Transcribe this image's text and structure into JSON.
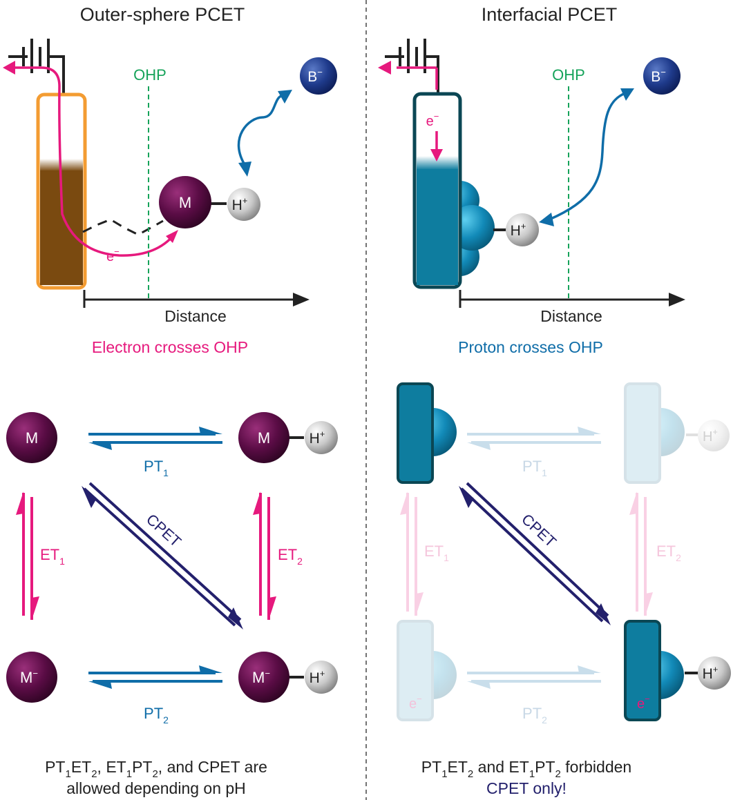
{
  "left_panel": {
    "title": "Outer-sphere PCET",
    "ohp": "OHP",
    "distance": "Distance",
    "crossing": "Electron crosses OHP",
    "electron": "e",
    "electron_sup": "−",
    "M": "M",
    "H": "H",
    "plus": "+",
    "B": "B",
    "minus": "−",
    "pt1_main": "PT",
    "pt1_sub": "1",
    "pt2_main": "PT",
    "pt2_sub": "2",
    "et1_main": "ET",
    "et1_sub": "1",
    "et2_main": "ET",
    "et2_sub": "2",
    "cpet": "CPET",
    "caption_line1_parts": [
      "PT",
      "1",
      "ET",
      "2",
      ", ET",
      "1",
      "PT",
      "2",
      ", and CPET are"
    ],
    "caption_line2": "allowed depending on pH"
  },
  "right_panel": {
    "title": "Interfacial PCET",
    "ohp": "OHP",
    "distance": "Distance",
    "crossing": "Proton crosses OHP",
    "electron": "e",
    "electron_sup": "−",
    "H": "H",
    "plus": "+",
    "B": "B",
    "minus": "−",
    "pt1_main": "PT",
    "pt1_sub": "1",
    "pt2_main": "PT",
    "pt2_sub": "2",
    "et1_main": "ET",
    "et1_sub": "1",
    "et2_main": "ET",
    "et2_sub": "2",
    "cpet": "CPET",
    "caption_line1_parts": [
      "PT",
      "1",
      "ET",
      "2",
      " and ET",
      "1",
      "PT",
      "2",
      " forbidden"
    ],
    "caption_line2": "CPET only!"
  },
  "colors": {
    "pink": "#e6197d",
    "blue": "#0f6da8",
    "navy": "#23206c",
    "green": "#16a35a",
    "teal": "#0c7fa3",
    "teal_dark": "#0b4754",
    "brown": "#7a4a10",
    "orange": "#f39c32",
    "purple": "#4e0a3c"
  }
}
